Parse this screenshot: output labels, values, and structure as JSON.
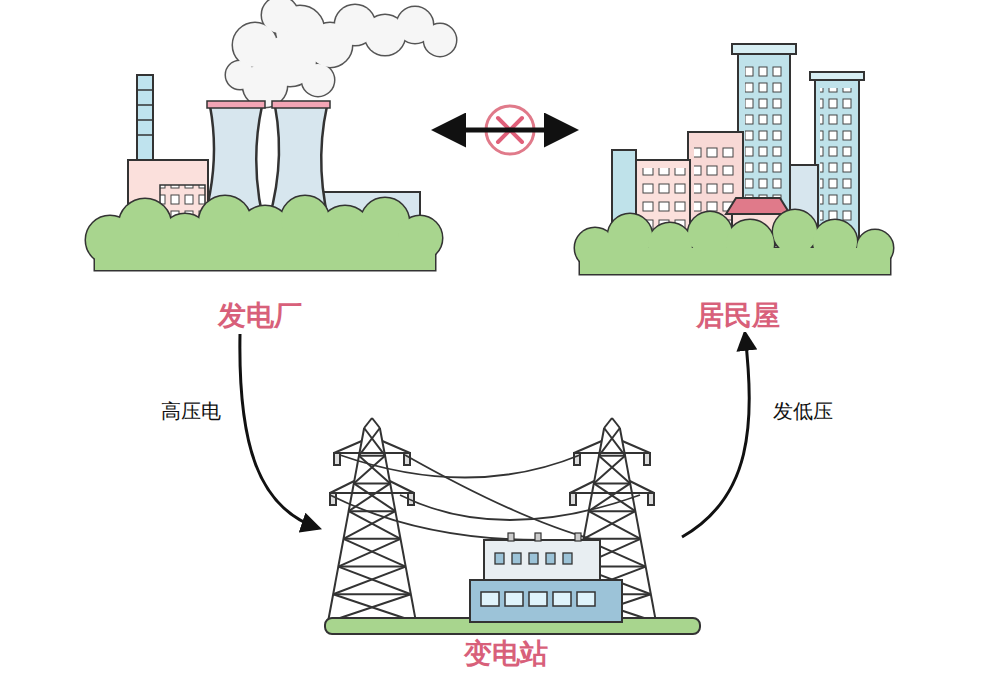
{
  "diagram": {
    "nodes": [
      {
        "text": [
          "发电厂"
        ]
      },
      {
        "text": [
          "居民屋"
        ]
      },
      {
        "text": [
          "变电站"
        ]
      }
    ],
    "edges": [
      {
        "from": 0,
        "to": 1,
        "arrow": "both"
      },
      {
        "from": 0,
        "to": 2,
        "label": "高压电",
        "arrow": "to"
      },
      {
        "from": 2,
        "to": 1,
        "label": "发低压",
        "arrow": "to"
      }
    ]
  }
}
